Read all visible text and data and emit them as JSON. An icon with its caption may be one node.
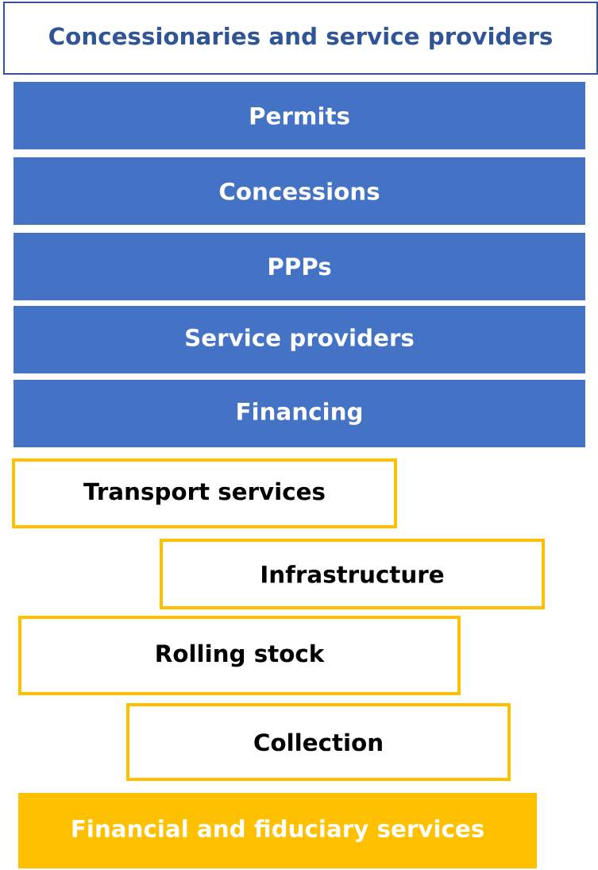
{
  "diagram": {
    "nodes": [
      {
        "text": [
          "Concessionaries and service providers"
        ]
      },
      {
        "text": [
          "Permits"
        ]
      },
      {
        "text": [
          "Concessions"
        ]
      },
      {
        "text": [
          "PPPs"
        ]
      },
      {
        "text": [
          "Service providers"
        ]
      },
      {
        "text": [
          "Financing"
        ]
      },
      {
        "text": [
          "Transport services"
        ]
      },
      {
        "text": [
          "Infrastructure"
        ]
      },
      {
        "text": [
          "Rolling stock"
        ]
      },
      {
        "text": [
          "Collection"
        ]
      },
      {
        "text": [
          "Financial and fiduciary services"
        ]
      }
    ]
  }
}
